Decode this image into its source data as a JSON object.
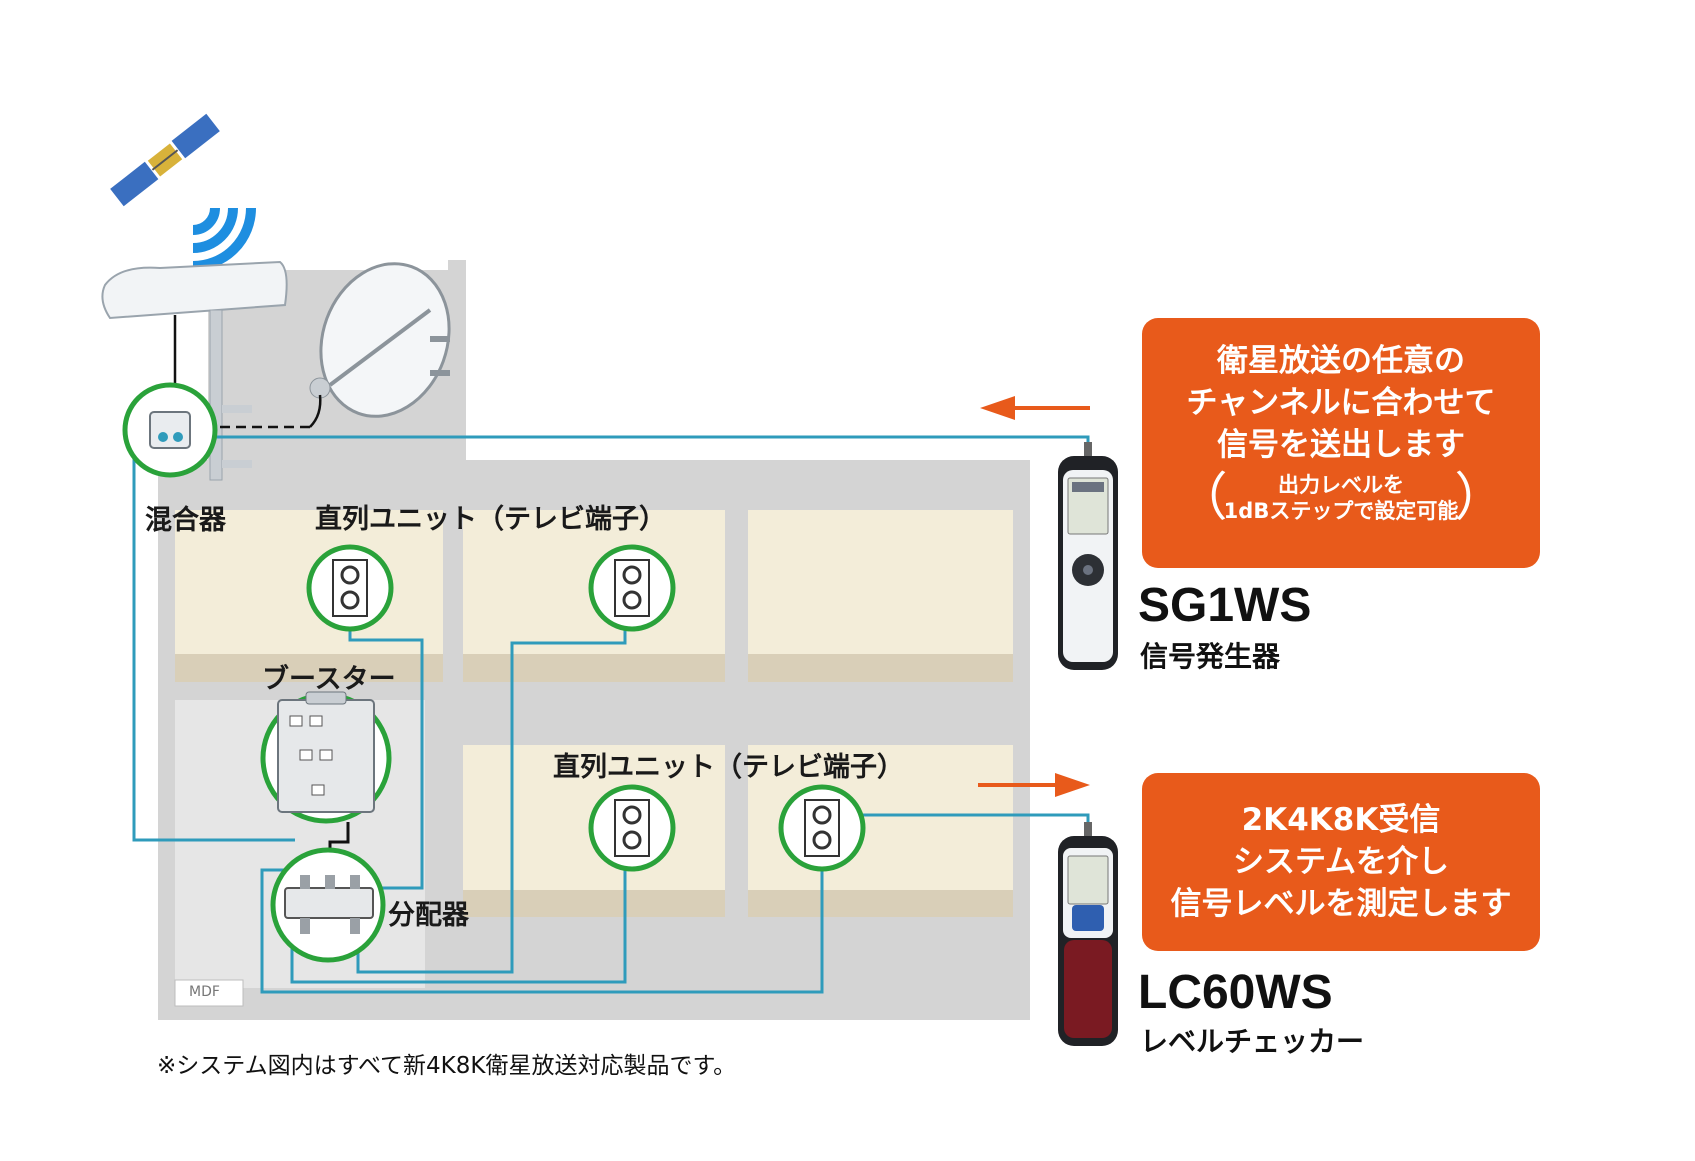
{
  "labels": {
    "mixer": "混合器",
    "unit_top": "直列ユニット（テレビ端子）",
    "unit_bottom": "直列ユニット（テレビ端子）",
    "booster": "ブースター",
    "splitter": "分配器",
    "mdf": "MDF"
  },
  "sg_callout": {
    "lines": [
      "衛星放送の任意の",
      "チャンネルに合わせて",
      "信号を送出します"
    ],
    "sub_lines": [
      "出力レベルを",
      "1dBステップで設定可能"
    ],
    "paren_open": "（",
    "paren_close": "）"
  },
  "lc_callout": {
    "lines": [
      "2K4K8K受信",
      "システムを介し",
      "信号レベルを測定します"
    ]
  },
  "devices": {
    "sg_model": "SG1WS",
    "sg_name": "信号発生器",
    "lc_model": "LC60WS",
    "lc_name": "レベルチェッカー"
  },
  "footnote": "※システム図内はすべて新4K8K衛星放送対応製品です。",
  "colors": {
    "callout": "#e85a1b",
    "cable": "#2f9bbb",
    "highlight_ring": "#2aa23a",
    "building": "#d4d4d4",
    "room": "#f3edd9",
    "wave": "#1e8ee0"
  }
}
